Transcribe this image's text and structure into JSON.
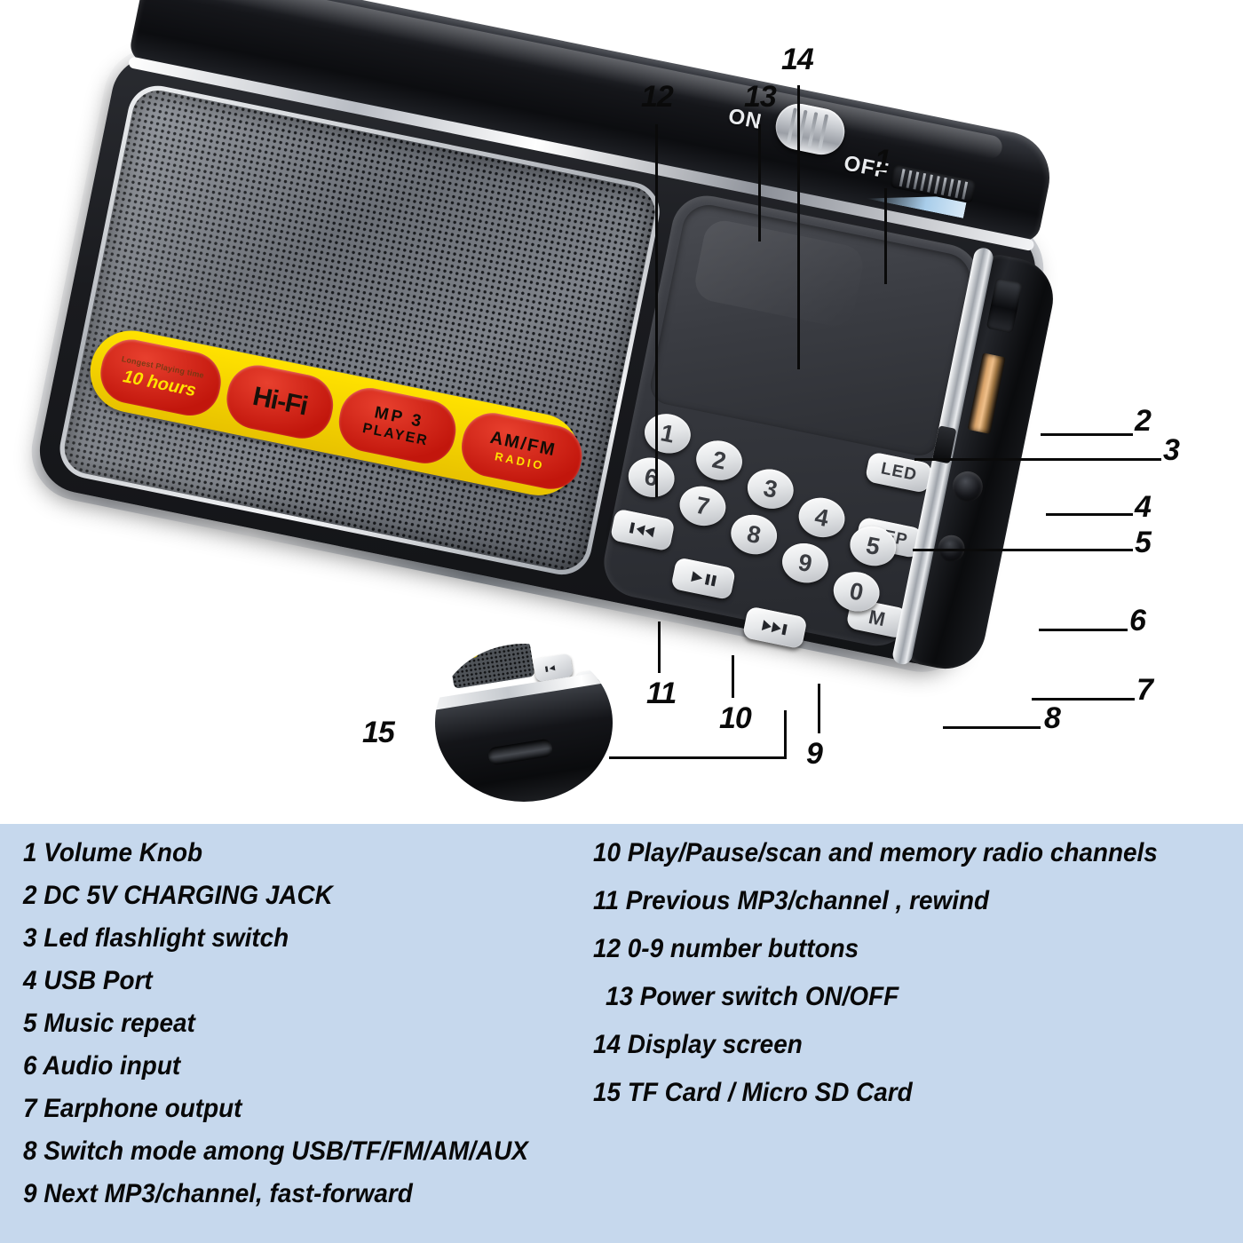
{
  "product": {
    "sticker_badges": [
      {
        "id": "battery-life",
        "small": "Longest Playing time",
        "big": "10 hours"
      },
      {
        "id": "hifi",
        "big": "Hi-Fi"
      },
      {
        "id": "mp3-player",
        "line1": "MP 3",
        "line2": "PLAYER"
      },
      {
        "id": "amfm-radio",
        "line1": "AM/FM",
        "line2": "RADIO"
      }
    ],
    "power_switch": {
      "on_label": "ON",
      "off_label": "OFF"
    },
    "function_buttons": [
      {
        "id": "led",
        "label": "LED"
      },
      {
        "id": "rep",
        "label": "REP"
      },
      {
        "id": "mode",
        "label": "M"
      }
    ],
    "number_buttons": [
      "1",
      "2",
      "3",
      "4",
      "5",
      "6",
      "7",
      "8",
      "9",
      "0"
    ],
    "transport_buttons": [
      {
        "id": "previous",
        "icon": "previous-track-icon"
      },
      {
        "id": "play-pause",
        "icon": "play-pause-icon"
      },
      {
        "id": "next",
        "icon": "next-track-icon"
      }
    ],
    "ports": [
      {
        "id": "micro-usb",
        "name": "micro-usb-charging-jack"
      },
      {
        "id": "usb",
        "name": "usb-port"
      },
      {
        "id": "aux",
        "name": "audio-input-jack"
      },
      {
        "id": "earphone",
        "name": "earphone-output-jack"
      },
      {
        "id": "tf",
        "name": "tf-card-slot"
      }
    ]
  },
  "callouts": [
    {
      "n": "1"
    },
    {
      "n": "2"
    },
    {
      "n": "3"
    },
    {
      "n": "4"
    },
    {
      "n": "5"
    },
    {
      "n": "6"
    },
    {
      "n": "7"
    },
    {
      "n": "8"
    },
    {
      "n": "9"
    },
    {
      "n": "10"
    },
    {
      "n": "11"
    },
    {
      "n": "12"
    },
    {
      "n": "13"
    },
    {
      "n": "14"
    },
    {
      "n": "15"
    }
  ],
  "legend": {
    "left": [
      "1 Volume Knob",
      "2  DC 5V CHARGING JACK",
      "3  Led flashlight switch",
      "4 USB Port",
      "5 Music repeat",
      "6 Audio input",
      "7 Earphone output",
      "8 Switch mode among USB/TF/FM/AM/AUX",
      "9 Next MP3/channel, fast-forward"
    ],
    "right": [
      "10 Play/Pause/scan and memory radio channels",
      "11 Previous MP3/channel , rewind",
      "12 0-9 number buttons",
      "13 Power switch ON/OFF",
      "14 Display screen",
      "15 TF Card / Micro SD Card"
    ]
  },
  "colors": {
    "legend_bg": "#c6d8ed",
    "sticker_yellow": "#ffe200",
    "badge_red": "#c2160c",
    "usb_copper": "#f0c08a",
    "text": "#080808"
  }
}
